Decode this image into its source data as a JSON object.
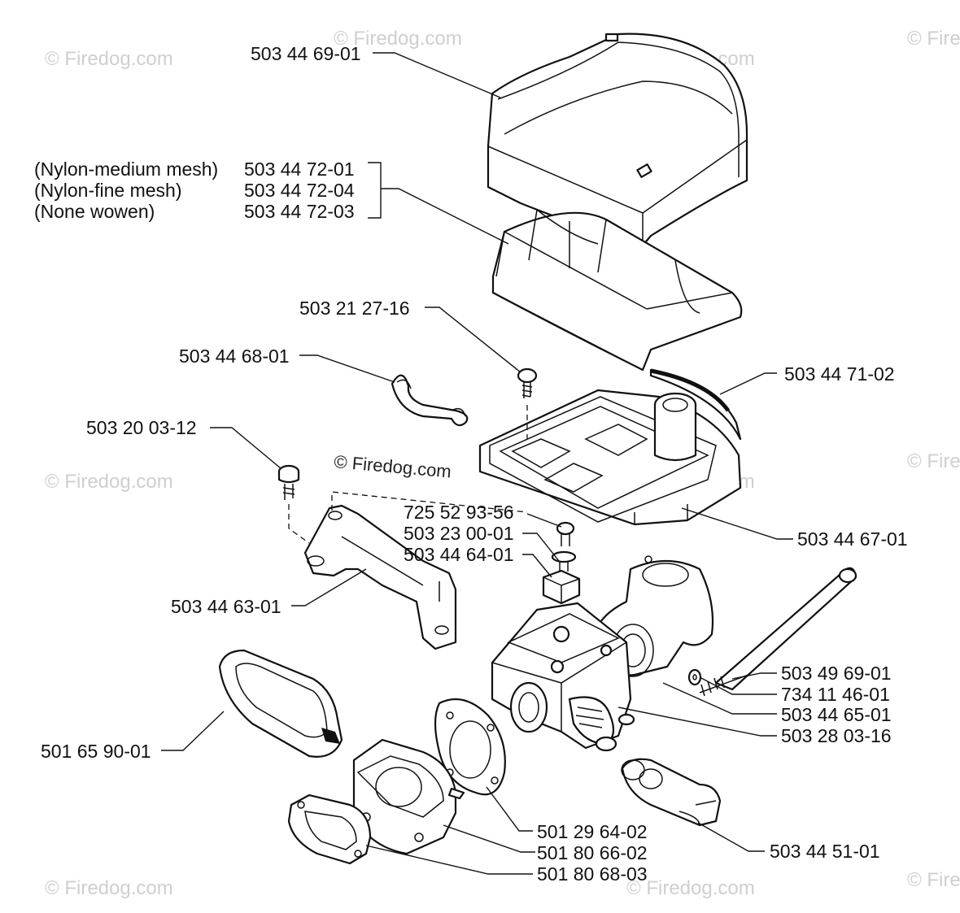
{
  "watermark": {
    "center_text": "© Firedog.com",
    "tile_text": "© Firedog.com",
    "edge_text": "© Fire"
  },
  "parts": {
    "filter_cover": "503 44 69-01",
    "filter_medium_desc": "(Nylon-medium mesh)",
    "filter_medium": "503 44 72-01",
    "filter_fine_desc": "(Nylon-fine mesh)",
    "filter_fine": "503 44 72-04",
    "filter_none_desc": "(None wowen)",
    "filter_none": "503 44 72-03",
    "screw_top": "503 21 27-16",
    "spring_clip": "503 44 68-01",
    "seal_strip": "503 44 71-02",
    "screw_left": "503 20 03-12",
    "screw_mid": "725 52 93-56",
    "washer_mid": "503 23 00-01",
    "clamp": "503 44 64-01",
    "bracket": "503 44 63-01",
    "base_plate": "503 44 67-01",
    "long_bolt": "503 49 69-01",
    "washer_bolt": "734 11 46-01",
    "elbow": "503 44 65-01",
    "carburetor": "503 28 03-16",
    "rubber_boot": "501 65 90-01",
    "gasket_round": "501 29 64-02",
    "intake_flange": "501 80 66-02",
    "gasket_flat": "501 80 68-03",
    "hose": "503 44 51-01"
  }
}
